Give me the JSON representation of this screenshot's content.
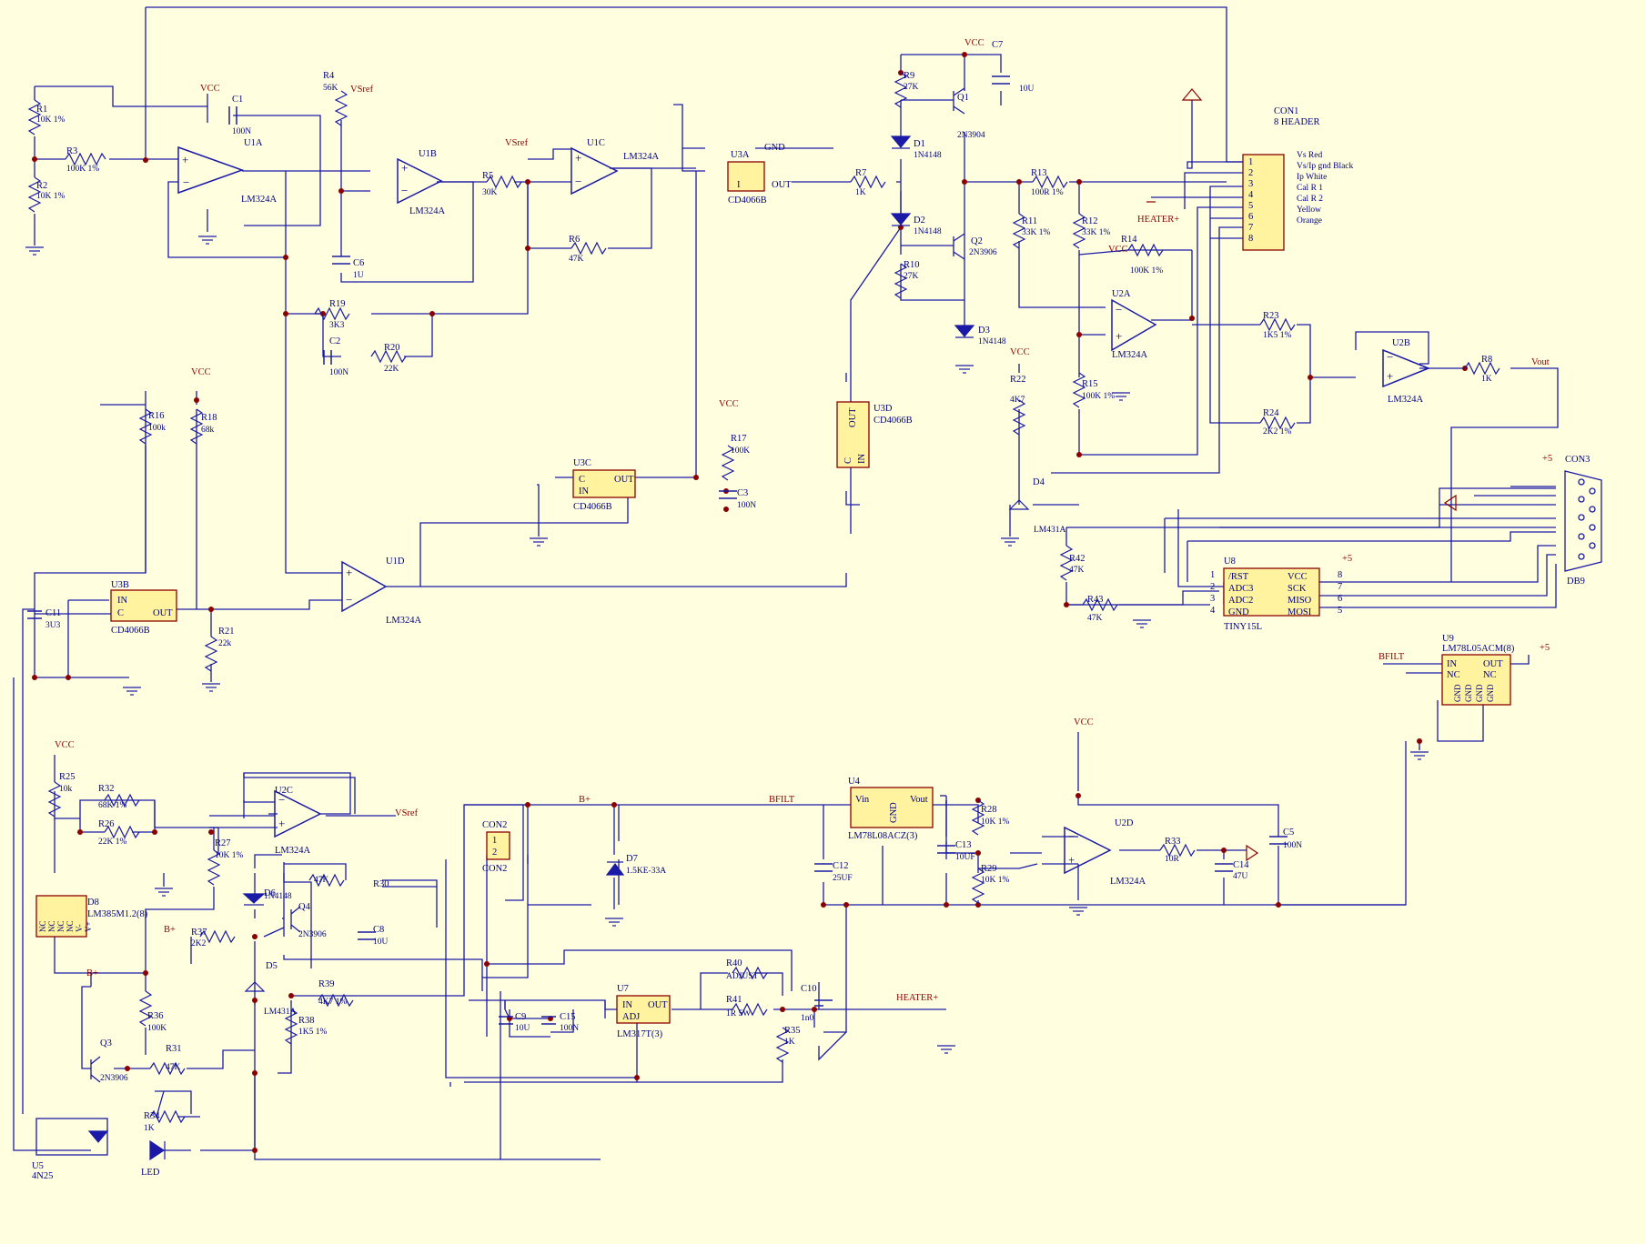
{
  "colors": {
    "background": "#FFFFE0",
    "wire": "#1A1AA6",
    "label": "#000080",
    "power": "#8B0000",
    "ic_fill": "#FFF3A0",
    "ic_stroke": "#8B0000",
    "junction": "#8B0000",
    "text": "#000080"
  },
  "opamps": [
    {
      "ref": "U1A",
      "part": "LM324A"
    },
    {
      "ref": "U1B",
      "part": "LM324A"
    },
    {
      "ref": "U1C",
      "part": "LM324A"
    },
    {
      "ref": "U1D",
      "part": "LM324A"
    },
    {
      "ref": "U2A",
      "part": "LM324A"
    },
    {
      "ref": "U2B",
      "part": "LM324A"
    },
    {
      "ref": "U2C",
      "part": "LM324A"
    },
    {
      "ref": "U2D",
      "part": "LM324A"
    }
  ],
  "switches": [
    {
      "ref": "U3A",
      "part": "CD4066B",
      "pins": [
        "C",
        "I",
        "OUT"
      ]
    },
    {
      "ref": "U3B",
      "part": "CD4066B",
      "pins": [
        "IN",
        "C",
        "OUT"
      ]
    },
    {
      "ref": "U3C",
      "part": "CD4066B",
      "pins": [
        "C",
        "IN",
        "OUT"
      ]
    },
    {
      "ref": "U3D",
      "part": "CD4066B",
      "pins": [
        "OUT",
        "C",
        "IN"
      ]
    }
  ],
  "ics": {
    "u8": {
      "ref": "U8",
      "part": "TINY15L",
      "left": [
        "/RST",
        "ADC3",
        "ADC2",
        "GND"
      ],
      "right": [
        "VCC",
        "SCK",
        "MISO",
        "MOSI"
      ],
      "lpins": [
        "1",
        "2",
        "3",
        "4"
      ],
      "rpins": [
        "8",
        "7",
        "6",
        "5"
      ]
    },
    "u9": {
      "ref": "U9",
      "part": "LM78L05ACM(8)",
      "left": [
        "IN",
        "NC",
        "GND",
        "GND"
      ],
      "right": [
        "OUT",
        "NC",
        "GND",
        "GND"
      ]
    },
    "u4": {
      "ref": "U4",
      "part": "LM78L08ACZ(3)",
      "vin": "Vin",
      "vout": "Vout",
      "gnd": "GND"
    },
    "u7": {
      "ref": "U7",
      "part": "LM317T(3)",
      "in": "IN",
      "out": "OUT",
      "adj": "ADJ"
    },
    "d8": {
      "ref": "D8",
      "part": "LM385M1.2(8)",
      "pins": [
        "NC",
        "NC",
        "NC",
        "NC",
        "V-",
        "V+"
      ]
    },
    "u5": {
      "ref": "U5",
      "part": "4N25"
    },
    "con1": {
      "ref": "CON1",
      "part": "8 HEADER",
      "pins": [
        "1",
        "2",
        "3",
        "4",
        "5",
        "6",
        "7",
        "8"
      ],
      "labels": [
        "Vs Red",
        "Vs/Ip gnd Black",
        "Ip White",
        "Cal R 1",
        "Cal R 2",
        "Yellow",
        "Orange"
      ]
    },
    "con2": {
      "ref": "CON2",
      "pins": [
        "1",
        "2"
      ]
    },
    "con3": {
      "ref": "CON3",
      "part": "DB9"
    }
  },
  "resistors": [
    {
      "ref": "R1",
      "val": "10K 1%"
    },
    {
      "ref": "R2",
      "val": "10K 1%"
    },
    {
      "ref": "R3",
      "val": "100K 1%"
    },
    {
      "ref": "R4",
      "val": "56K"
    },
    {
      "ref": "R5",
      "val": "30K"
    },
    {
      "ref": "R6",
      "val": "47K"
    },
    {
      "ref": "R7",
      "val": "1K"
    },
    {
      "ref": "R8",
      "val": "1K"
    },
    {
      "ref": "R9",
      "val": "27K"
    },
    {
      "ref": "R10",
      "val": "27K"
    },
    {
      "ref": "R11",
      "val": "33K 1%"
    },
    {
      "ref": "R12",
      "val": "33K 1%"
    },
    {
      "ref": "R13",
      "val": "100R 1%"
    },
    {
      "ref": "R14",
      "val": "100K 1%"
    },
    {
      "ref": "R15",
      "val": "100K 1%"
    },
    {
      "ref": "R16",
      "val": "100k"
    },
    {
      "ref": "R17",
      "val": "100K"
    },
    {
      "ref": "R18",
      "val": "68k"
    },
    {
      "ref": "R19",
      "val": "3K3"
    },
    {
      "ref": "R20",
      "val": "22K"
    },
    {
      "ref": "R21",
      "val": "22k"
    },
    {
      "ref": "R22",
      "val": "4K7"
    },
    {
      "ref": "R23",
      "val": "1K5 1%"
    },
    {
      "ref": "R24",
      "val": "2K2 1%"
    },
    {
      "ref": "R25",
      "val": "10k"
    },
    {
      "ref": "R26",
      "val": "22K 1%"
    },
    {
      "ref": "R27",
      "val": "10K 1%"
    },
    {
      "ref": "R28",
      "val": "10K 1%"
    },
    {
      "ref": "R29",
      "val": "10K 1%"
    },
    {
      "ref": "R30",
      "val": "47K"
    },
    {
      "ref": "R31",
      "val": "47K"
    },
    {
      "ref": "R32",
      "val": "68K 1%"
    },
    {
      "ref": "R33",
      "val": "10R"
    },
    {
      "ref": "R34",
      "val": "1K"
    },
    {
      "ref": "R35",
      "val": "1K"
    },
    {
      "ref": "R36",
      "val": "100K"
    },
    {
      "ref": "R37",
      "val": "2K2"
    },
    {
      "ref": "R38",
      "val": "1K5 1%"
    },
    {
      "ref": "R39",
      "val": "4K7 1%"
    },
    {
      "ref": "R40",
      "val": "ADJUST"
    },
    {
      "ref": "R41",
      "val": "1R 5W"
    },
    {
      "ref": "R42",
      "val": "47K"
    },
    {
      "ref": "R43",
      "val": "47K"
    }
  ],
  "capacitors": [
    {
      "ref": "C1",
      "val": "100N"
    },
    {
      "ref": "C2",
      "val": "100N"
    },
    {
      "ref": "C3",
      "val": "100N"
    },
    {
      "ref": "C5",
      "val": "100N"
    },
    {
      "ref": "C6",
      "val": "1U"
    },
    {
      "ref": "C7",
      "val": "10U"
    },
    {
      "ref": "C8",
      "val": "10U"
    },
    {
      "ref": "C9",
      "val": "10U"
    },
    {
      "ref": "C10",
      "val": "1n0"
    },
    {
      "ref": "C11",
      "val": "3U3"
    },
    {
      "ref": "C12",
      "val": "25UF"
    },
    {
      "ref": "C13",
      "val": "10UF"
    },
    {
      "ref": "C14",
      "val": "47U"
    },
    {
      "ref": "C15",
      "val": "100N"
    }
  ],
  "semis": [
    {
      "ref": "D1",
      "val": "1N4148"
    },
    {
      "ref": "D2",
      "val": "1N4148"
    },
    {
      "ref": "D3",
      "val": "1N4148"
    },
    {
      "ref": "D4",
      "val": "LM431A"
    },
    {
      "ref": "D5",
      "val": "LM431A"
    },
    {
      "ref": "D6",
      "val": "1N4148"
    },
    {
      "ref": "D7",
      "val": "1.5KE-33A"
    },
    {
      "ref": "LED",
      "val": ""
    },
    {
      "ref": "Q1",
      "val": "2N3904"
    },
    {
      "ref": "Q2",
      "val": "2N3906"
    },
    {
      "ref": "Q3",
      "val": "2N3906"
    },
    {
      "ref": "Q4",
      "val": "2N3906"
    }
  ],
  "nets": {
    "vcc": "VCC",
    "vsref": "VSref",
    "bplus": "B+",
    "bfilt": "BFILT",
    "plus5": "+5",
    "heater": "HEATER+",
    "vout": "Vout",
    "gnd": "GND"
  }
}
